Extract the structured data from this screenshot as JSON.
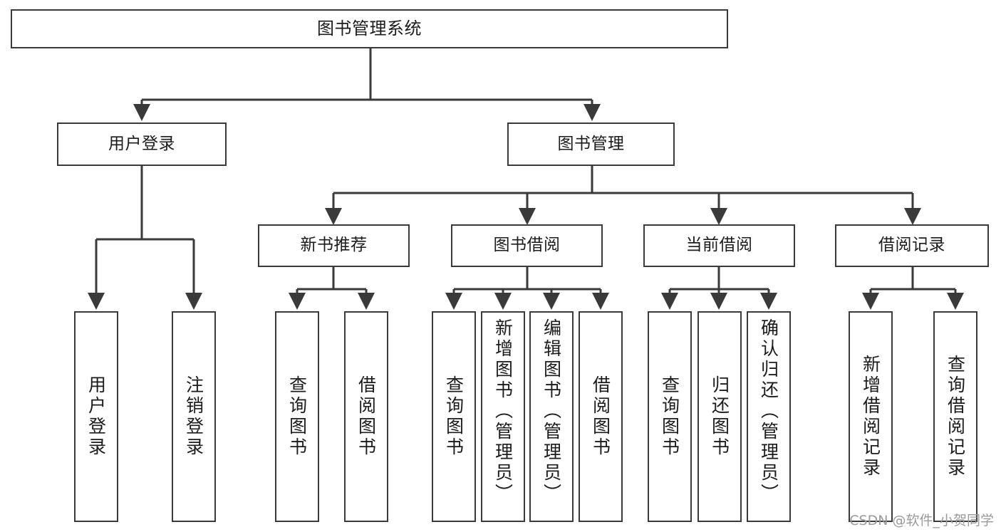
{
  "diagram": {
    "title": "图书管理系统",
    "root": {
      "id": "root",
      "label": "图书管理系统"
    },
    "level1": [
      {
        "id": "login",
        "label": "用户登录"
      },
      {
        "id": "bookmgmt",
        "label": "图书管理"
      }
    ],
    "level2": [
      {
        "id": "newbook",
        "label": "新书推荐",
        "parent": "bookmgmt"
      },
      {
        "id": "borrow",
        "label": "图书借阅",
        "parent": "bookmgmt"
      },
      {
        "id": "current",
        "label": "当前借阅",
        "parent": "bookmgmt"
      },
      {
        "id": "records",
        "label": "借阅记录",
        "parent": "bookmgmt"
      }
    ],
    "leaves": [
      {
        "id": "leaf-user-login",
        "label": "用户登录",
        "parent": "login"
      },
      {
        "id": "leaf-user-logout",
        "label": "注销登录",
        "parent": "login"
      },
      {
        "id": "leaf-query-book-1",
        "label": "查询图书",
        "parent": "newbook"
      },
      {
        "id": "leaf-borrow-book-1",
        "label": "借阅图书",
        "parent": "newbook"
      },
      {
        "id": "leaf-query-book-2",
        "label": "查询图书",
        "parent": "borrow"
      },
      {
        "id": "leaf-add-book",
        "label": "新增图书（管理员）",
        "parent": "borrow"
      },
      {
        "id": "leaf-edit-book",
        "label": "编辑图书（管理员）",
        "parent": "borrow"
      },
      {
        "id": "leaf-borrow-book-2",
        "label": "借阅图书",
        "parent": "borrow"
      },
      {
        "id": "leaf-query-book-3",
        "label": "查询图书",
        "parent": "current"
      },
      {
        "id": "leaf-return-book",
        "label": "归还图书",
        "parent": "current"
      },
      {
        "id": "leaf-confirm-return",
        "label": "确认归还（管理员）",
        "parent": "current"
      },
      {
        "id": "leaf-add-record",
        "label": "新增借阅记录",
        "parent": "records"
      },
      {
        "id": "leaf-query-record",
        "label": "查询借阅记录",
        "parent": "records"
      }
    ],
    "watermark": "CSDN @软件_小贺同学",
    "colors": {
      "stroke": "#3a3a3a",
      "fill": "#ffffff",
      "text": "#1b1b1b",
      "watermark": "#9a9a9a"
    }
  }
}
